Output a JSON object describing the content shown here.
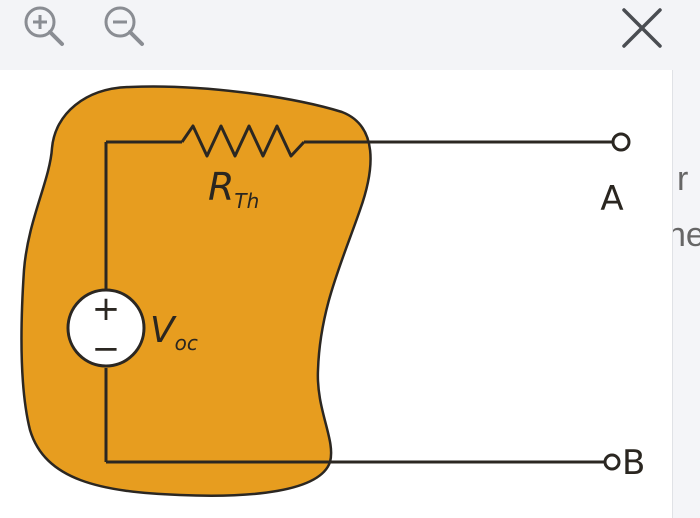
{
  "toolbar": {
    "zoom_in_icon": "zoom-in-icon",
    "zoom_out_icon": "zoom-out-icon",
    "close_icon": "close-icon"
  },
  "circuit": {
    "resistor_label": "R",
    "resistor_subscript": "Th",
    "source_label": "V",
    "source_subscript": "oc",
    "source_plus": "+",
    "source_minus": "−",
    "terminal_a": "A",
    "terminal_b": "B"
  },
  "edge_text": {
    "glyph_a": "r",
    "glyph_b": "ne"
  },
  "colors": {
    "blob_fill": "#e79d1f",
    "wire": "#2b2722"
  }
}
